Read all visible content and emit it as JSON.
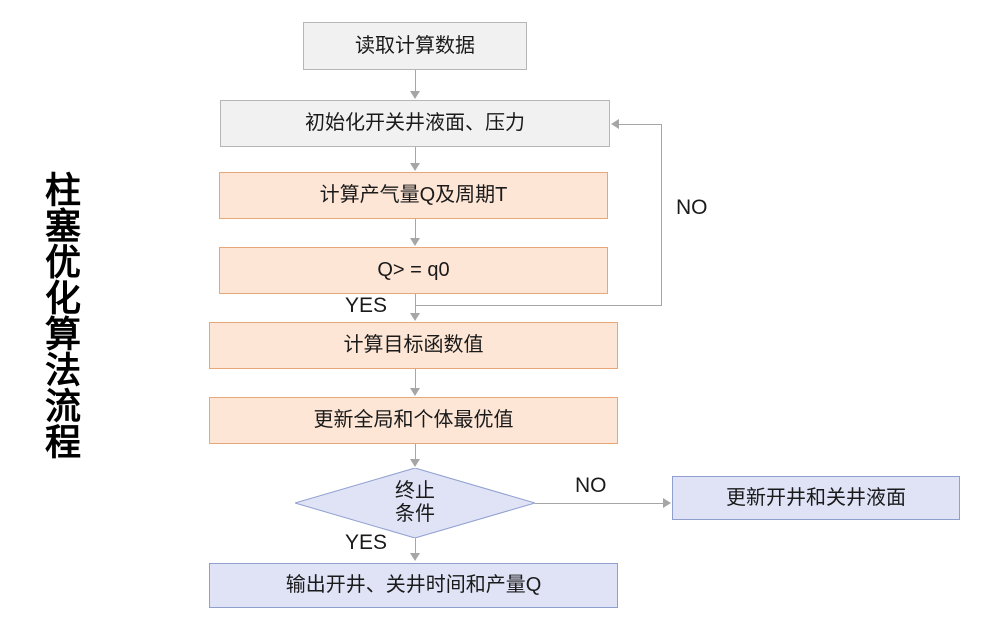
{
  "figure": {
    "side_title": "柱塞优化算法流程",
    "background": "#ffffff"
  },
  "palette": {
    "gray_fill": "#f1f1f1",
    "gray_border": "#b6b6b6",
    "orange_fill": "#fde6d6",
    "orange_border": "#e8a778",
    "blue_fill": "#dfe3f5",
    "blue_border": "#8f9fd0",
    "connector": "#a6a6a6",
    "text": "#1a1a1a"
  },
  "nodes": {
    "read_data": "读取计算数据",
    "initialize": "初始化开关井液面、压力",
    "calc_gas": "计算产气量Q及周期T",
    "condition_q": "Q> = q0",
    "calc_objective": "计算目标函数值",
    "update_best": "更新全局和个体最优值",
    "terminate_line1": "终止",
    "terminate_line2": "条件",
    "update_levels": "更新开井和关井液面",
    "output_result": "输出开井、关井时间和产量Q"
  },
  "edge_labels": {
    "q_yes": "YES",
    "q_no": "NO",
    "terminate_no": "NO",
    "terminate_yes": "YES"
  }
}
